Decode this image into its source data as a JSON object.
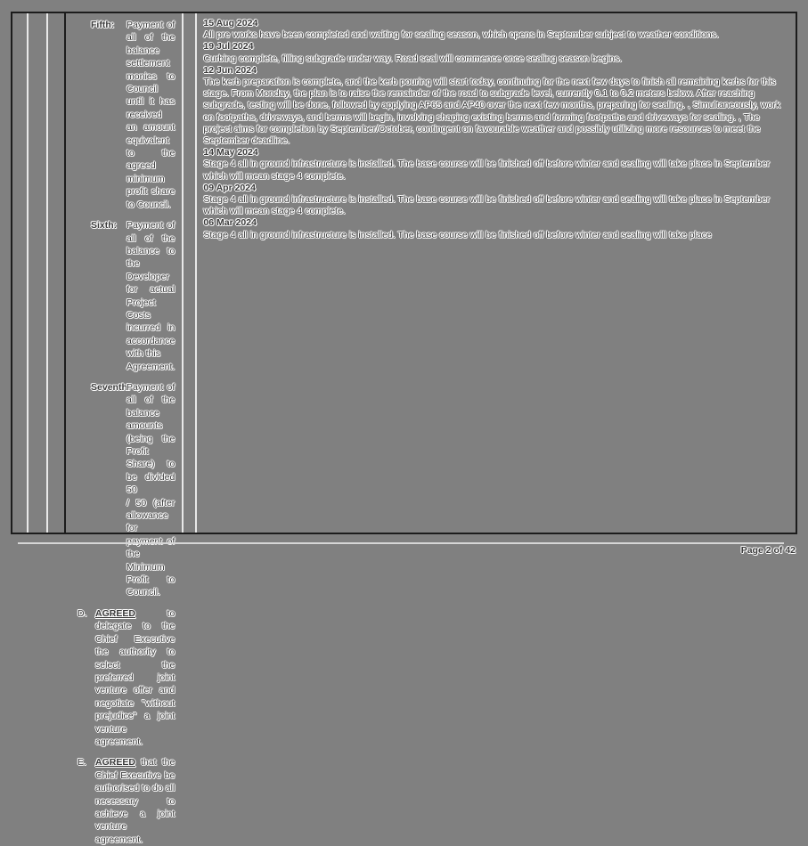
{
  "document": {
    "footer_page_label": "Page 2 of 42"
  },
  "table": {
    "columns": [
      {
        "name": "column-1",
        "content": ""
      },
      {
        "name": "column-2",
        "content": ""
      },
      {
        "name": "column-3",
        "content": ""
      },
      {
        "name": "column-4-clauses",
        "content": ""
      },
      {
        "name": "column-5",
        "content": ""
      },
      {
        "name": "column-6-progress-log",
        "content": ""
      }
    ]
  },
  "clauses": {
    "terms": [
      {
        "label": "Fifth:",
        "lines": [
          "Payment of all of the balance settlement",
          "monies to Council until it has received",
          "an amount equivalent to the agreed",
          "minimum profit share to Council."
        ]
      },
      {
        "label": "Sixth:",
        "lines": [
          "Payment of all of the balance to the",
          "Developer for actual Project Costs",
          "incurred in accordance with this",
          "Agreement."
        ]
      },
      {
        "label": "Seventh:",
        "lines": [
          "Payment of all of the balance amounts",
          "(being the Profit Share) to be divided 50",
          "/ 50 (after allowance for payment of the",
          "Minimum Profit to Council."
        ]
      }
    ],
    "paragraphs": [
      {
        "label": "D.",
        "keyword": "AGREED",
        "text": " to delegate to the Chief Executive the authority to select the preferred joint venture offer and negotiate \"without prejudice\" a joint venture agreement."
      },
      {
        "label": "E.",
        "keyword": "AGREED",
        "text": " that the Chief Executive be authorised to do all necessary to achieve a joint venture agreement."
      }
    ]
  },
  "progress_log": {
    "entries": [
      {
        "date": "15 Aug 2024",
        "note": "All pre works have been completed and waiting for sealing season, which opens in September subject to weather conditions."
      },
      {
        "date": "19 Jul 2024",
        "note": "Curbing complete, filling subgrade under way. Road seal will commence once sealing season begins."
      },
      {
        "date": "12 Jun 2024",
        "note": "The kerb preparation is complete, and the kerb pouring will start today, continuing for the next few days to finish all remaining kerbs for this stage. From Monday, the plan is to raise the remainder of the road to subgrade level, currently 0.1 to 0.2 meters below. After reaching subgrade, testing will be done, followed by applying AP65 and AP40 over the next few months, preparing for sealing. , Simultaneously, work on footpaths, driveways, and berms will begin, involving shaping existing berms and forming footpaths and driveways for sealing. , The project aims for completion by September/October, contingent on favourable weather and possibly utilizing more resources to meet the September deadline."
      },
      {
        "date": "14 May 2024",
        "note": "Stage 4 all in ground infrastructure is installed. The base course will be finished off before winter and sealing will take place in September which will mean stage 4 complete."
      },
      {
        "date": "09 Apr 2024",
        "note": "Stage 4 all in ground infrastructure is installed. The base course will be finished off before winter and sealing will take place in September which will mean stage 4 complete."
      },
      {
        "date": "06 Mar 2024",
        "note": "Stage 4 all in ground infrastructure is installed. The base course will be finished off before winter and sealing will take place"
      }
    ]
  }
}
